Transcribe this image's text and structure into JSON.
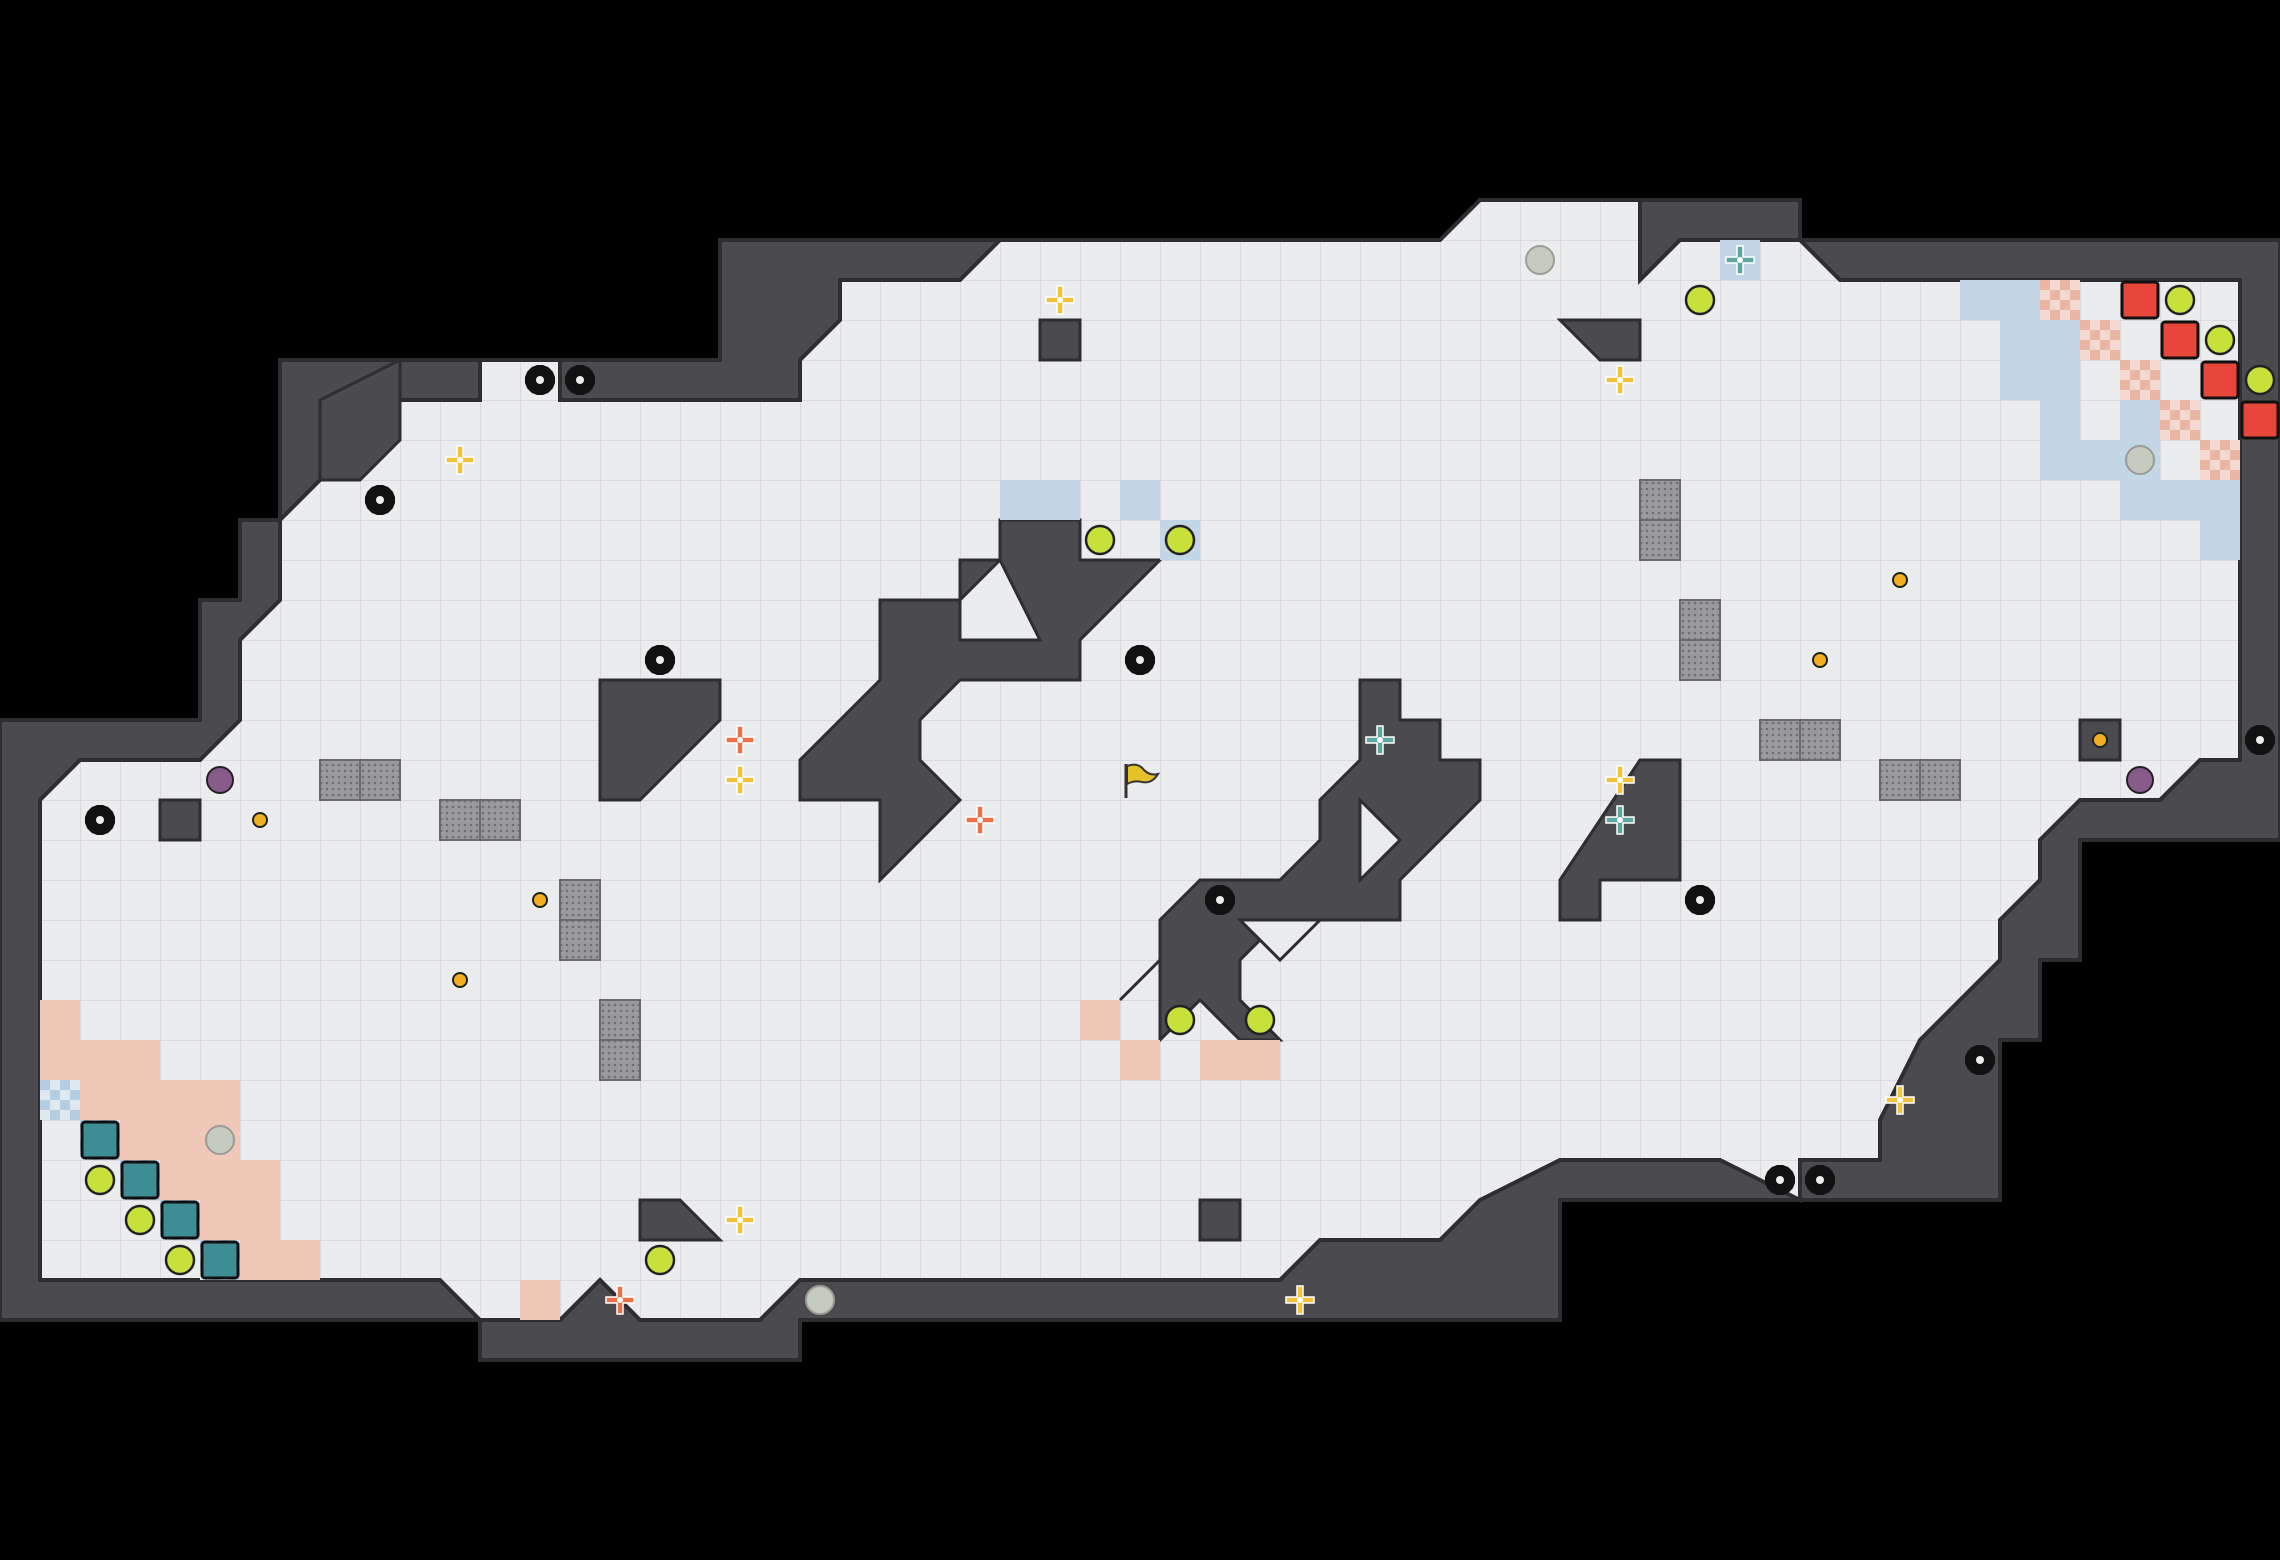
{
  "colors": {
    "background": "#000000",
    "wall": "#4a4a4f",
    "wall_edge": "#2e2e32",
    "floor": "#ebecee",
    "grid_line": "#d4d5d8",
    "crate": "#8a8a8e",
    "blue_zone": "#c3d6e6",
    "red_zone": "#f0c8b8",
    "red_block": "#e8463a",
    "teal_block": "#3e8d95",
    "green_orb": "#c8e03a",
    "grey_orb": "#c6cbc0",
    "purple_orb": "#8a5a8a",
    "gear": "#111111",
    "coin": "#f0b020",
    "plus_yellow": "#f2c23e",
    "plus_orange": "#ec6f47",
    "plus_teal": "#5ca7a0",
    "flag": "#e6c228"
  },
  "level": {
    "grid_cols": 57,
    "grid_rows": 28,
    "flag_cell": [
      28,
      14
    ],
    "walls": [
      [
        0,
        0,
        56,
        0
      ],
      [
        0,
        1,
        17,
        1
      ],
      [
        20,
        1,
        24,
        1
      ],
      [
        45,
        1,
        56,
        1
      ]
    ],
    "gears": [
      [
        12,
        4
      ],
      [
        13,
        4
      ],
      [
        8,
        7
      ],
      [
        15,
        11
      ],
      [
        27,
        11
      ],
      [
        1,
        15
      ],
      [
        29,
        17
      ],
      [
        41,
        17
      ],
      [
        55,
        13
      ],
      [
        48,
        21
      ],
      [
        43,
        24
      ],
      [
        44,
        24
      ]
    ],
    "coins": [
      [
        5,
        15
      ],
      [
        12,
        17
      ],
      [
        10,
        19
      ],
      [
        46,
        9
      ],
      [
        44,
        11
      ],
      [
        51,
        13
      ]
    ],
    "green_orbs": [
      [
        26,
        8
      ],
      [
        28,
        8
      ],
      [
        41,
        2
      ],
      [
        53,
        2
      ],
      [
        54,
        3
      ],
      [
        55,
        4
      ],
      [
        1,
        24
      ],
      [
        2,
        25
      ],
      [
        3,
        26
      ],
      [
        15,
        26
      ],
      [
        28,
        20
      ],
      [
        30,
        20
      ]
    ],
    "grey_orbs": [
      [
        37,
        1
      ],
      [
        52,
        6
      ],
      [
        4,
        23
      ],
      [
        19,
        27
      ]
    ],
    "purple_orbs": [
      [
        4,
        14
      ],
      [
        52,
        14
      ]
    ],
    "red_blocks": [
      [
        52,
        2
      ],
      [
        53,
        3
      ],
      [
        54,
        4
      ],
      [
        55,
        5
      ]
    ],
    "teal_blocks": [
      [
        1,
        23
      ],
      [
        2,
        24
      ],
      [
        3,
        25
      ],
      [
        4,
        26
      ]
    ],
    "plus_yellow": [
      [
        25,
        2
      ],
      [
        39,
        4
      ],
      [
        10,
        6
      ],
      [
        17,
        14
      ],
      [
        39,
        14
      ],
      [
        46,
        22
      ],
      [
        17,
        25
      ],
      [
        31,
        27
      ]
    ],
    "plus_orange": [
      [
        17,
        13
      ],
      [
        23,
        15
      ],
      [
        14,
        27
      ]
    ],
    "plus_teal": [
      [
        42,
        1
      ],
      [
        33,
        13
      ],
      [
        39,
        15
      ]
    ]
  }
}
